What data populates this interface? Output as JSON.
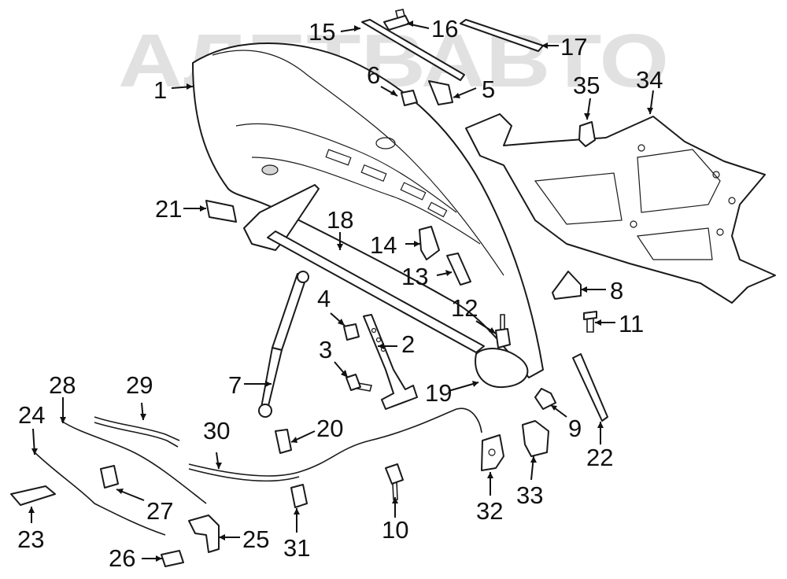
{
  "watermark": {
    "text": "АЛЕТВАВТО",
    "color": "#c8c8c8"
  },
  "callouts": [
    {
      "id": "1",
      "label": "1"
    },
    {
      "id": "2",
      "label": "2"
    },
    {
      "id": "3",
      "label": "3"
    },
    {
      "id": "4",
      "label": "4"
    },
    {
      "id": "5",
      "label": "5"
    },
    {
      "id": "6",
      "label": "6"
    },
    {
      "id": "7",
      "label": "7"
    },
    {
      "id": "8",
      "label": "8"
    },
    {
      "id": "9",
      "label": "9"
    },
    {
      "id": "10",
      "label": "10"
    },
    {
      "id": "11",
      "label": "11"
    },
    {
      "id": "12",
      "label": "12"
    },
    {
      "id": "13",
      "label": "13"
    },
    {
      "id": "14",
      "label": "14"
    },
    {
      "id": "15",
      "label": "15"
    },
    {
      "id": "16",
      "label": "16"
    },
    {
      "id": "17",
      "label": "17"
    },
    {
      "id": "18",
      "label": "18"
    },
    {
      "id": "19",
      "label": "19"
    },
    {
      "id": "20",
      "label": "20"
    },
    {
      "id": "21",
      "label": "21"
    },
    {
      "id": "22",
      "label": "22"
    },
    {
      "id": "23",
      "label": "23"
    },
    {
      "id": "24",
      "label": "24"
    },
    {
      "id": "25",
      "label": "25"
    },
    {
      "id": "26",
      "label": "26"
    },
    {
      "id": "27",
      "label": "27"
    },
    {
      "id": "28",
      "label": "28"
    },
    {
      "id": "29",
      "label": "29"
    },
    {
      "id": "30",
      "label": "30"
    },
    {
      "id": "31",
      "label": "31"
    },
    {
      "id": "32",
      "label": "32"
    },
    {
      "id": "33",
      "label": "33"
    },
    {
      "id": "34",
      "label": "34"
    },
    {
      "id": "35",
      "label": "35"
    }
  ]
}
